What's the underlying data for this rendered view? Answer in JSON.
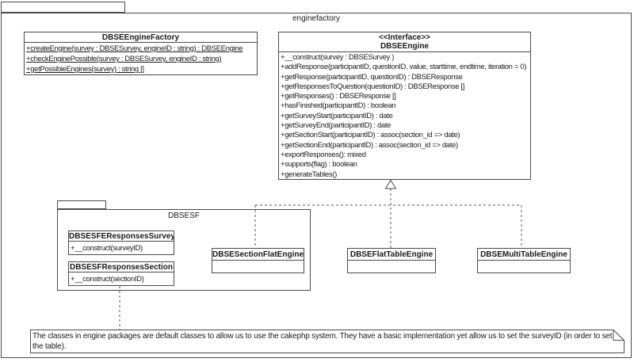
{
  "package": {
    "name": "enginefactory"
  },
  "factory": {
    "title": "DBSEEngineFactory",
    "methods": [
      "+createEngine(survey : DBSESurvey, engineID : string) : DBSEEngine",
      "+checkEnginePossible(survey : DBSESurvey, engineID : string)",
      "+getPossibleEngines(survey) : string []"
    ]
  },
  "engine_interface": {
    "stereotype": "<<Interface>>",
    "name": "DBSEEngine",
    "methods": [
      "+__construct(survey : DBSESurvey )",
      "+addResponse(participantID, questionID, value, starttime, endtime, iteration = 0)",
      "+getResponse(participantID, questionID) : DBSEResponse",
      "+getResponsesToQuestion(questionID) : DBSEResponse []",
      "+getResponses() : DBSEResponse []",
      "+hasFinished(participantID) : boolean",
      "+getSurveyStart(participantID) : date",
      "+getSurveyEnd(participantID) : date",
      "+getSectionStart(participantID) : assoc(section_id => date)",
      "+getSectionEnd(participantID) : assoc(section_id => date)",
      "+exportResponses(): mixed",
      "+supports(flag) : boolean",
      "+generateTables()"
    ]
  },
  "dbsesf": {
    "name": "DBSESF",
    "survey_class": {
      "title": "DBSESFEResponsesSurvey",
      "method": "+__construct(surveyID)"
    },
    "section_class": {
      "title": "DBSESFResponsesSection",
      "method": "+__construct(sectionID)"
    }
  },
  "engines": {
    "section_flat": {
      "title": "DBSESectionFlatEngine"
    },
    "flat_table": {
      "title": "DBSEFlatTableEngine"
    },
    "multi_table": {
      "title": "DBSEMultiTableEngine"
    }
  },
  "note": {
    "text": "The classes in engine packages are default classes to allow us to use the cakephp system. They have a basic implementation yet allow us to set the surveyID (in order to set the table)."
  },
  "colors": {
    "line": "#4a4a4a",
    "background": "#ffffff",
    "text": "#1a1a1a"
  }
}
